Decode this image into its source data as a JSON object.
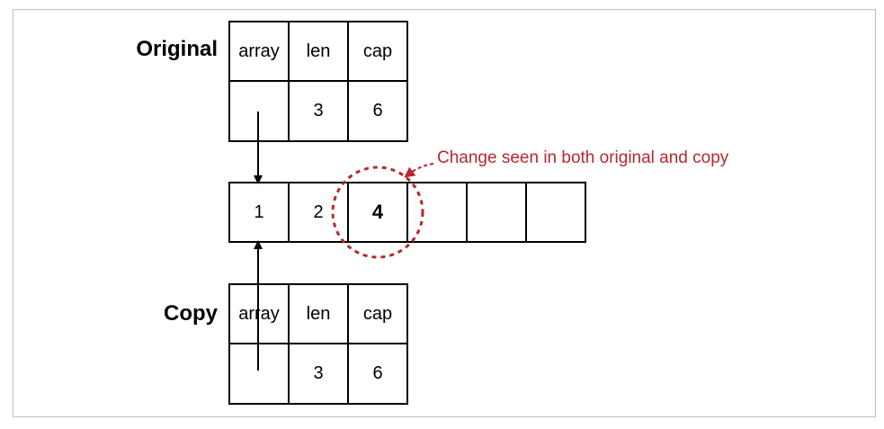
{
  "original": {
    "label": "Original",
    "headers": [
      "array",
      "len",
      "cap"
    ],
    "values": [
      "",
      "3",
      "6"
    ]
  },
  "copy": {
    "label": "Copy",
    "headers": [
      "array",
      "len",
      "cap"
    ],
    "values": [
      "",
      "3",
      "6"
    ]
  },
  "backing_array": {
    "cells": [
      "1",
      "2",
      "4",
      "",
      "",
      ""
    ],
    "changed_index": 2
  },
  "annotation": {
    "text": "Change seen in both original and copy",
    "color": "#b5282f"
  }
}
